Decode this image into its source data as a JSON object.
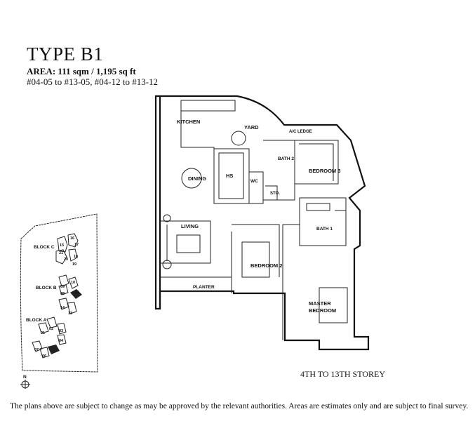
{
  "header": {
    "title": "TYPE B1",
    "area": "AREA: 111 sqm / 1,195 sq ft",
    "units": "#04-05 to #13-05,  #04-12 to #13-12"
  },
  "floor_plan": {
    "rooms": {
      "kitchen": "KITCHEN",
      "yard": "YARD",
      "ac_ledge": "A/C LEDGE",
      "bath2": "BATH 2",
      "bedroom3": "BEDROOM 3",
      "dining": "DINING",
      "hs": "HS",
      "wc": "WC",
      "store": "STO.",
      "living": "LIVING",
      "bath1": "BATH 1",
      "bedroom2": "BEDROOM 2",
      "planter": "PLANTER",
      "master_1": "MASTER",
      "master_2": "BEDROOM"
    },
    "storey": "4TH TO 13TH STOREY"
  },
  "site_plan": {
    "blocks": {
      "c": "BLOCK C",
      "b": "BLOCK B",
      "a": "BLOCK A"
    },
    "units": {
      "u15": "15",
      "u16": "16",
      "u17": "17",
      "u21": "21",
      "u18": "18",
      "u20": "20",
      "u19": "19",
      "u09": "09",
      "u10": "10",
      "u08": "08",
      "u11": "11",
      "u14": "14",
      "u13": "13",
      "u02": "02",
      "u01": "01",
      "u03": "03",
      "u04": "04",
      "u07": "07",
      "u06": "06"
    },
    "north": "N"
  },
  "footer": "The plans above are subject to change as may be approved by the relevant authorities. Areas are estimates only and are subject to final survey."
}
